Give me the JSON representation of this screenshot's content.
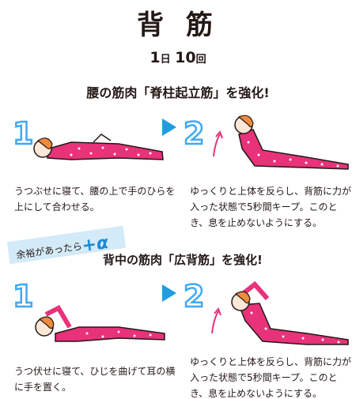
{
  "title": "背 筋",
  "frequency": {
    "sets": "1",
    "day_label": "日",
    "reps": "10",
    "reps_label": "回"
  },
  "section1": {
    "heading": "腰の筋肉「脊柱起立筋」を強化!",
    "step1": {
      "number": "1",
      "text": "うつぶせに寝て、腰の上で手のひらを上にして合わせる。"
    },
    "step2": {
      "number": "2",
      "text": "ゆっくりと上体を反らし、背筋に力が入った状態で5秒間キープ。このとき、息を止めないようにする。"
    }
  },
  "bonus": {
    "label": "余裕があったら",
    "plus": "+",
    "alpha": "α"
  },
  "section2": {
    "heading": "背中の筋肉「広背筋」を強化!",
    "step1": {
      "number": "1",
      "text": "うつ伏せに寝て、ひじを曲げて耳の横に手を置く。"
    },
    "step2": {
      "number": "2",
      "text": "ゆっくりと上体を反らし、背筋に力が入った状態で5秒間キープ。このとき、息を止めないようにする。"
    }
  },
  "colors": {
    "accent": "#1e9de0",
    "pajama": "#e8327a",
    "hair": "#f08a3c",
    "skin": "#fde8d8"
  }
}
